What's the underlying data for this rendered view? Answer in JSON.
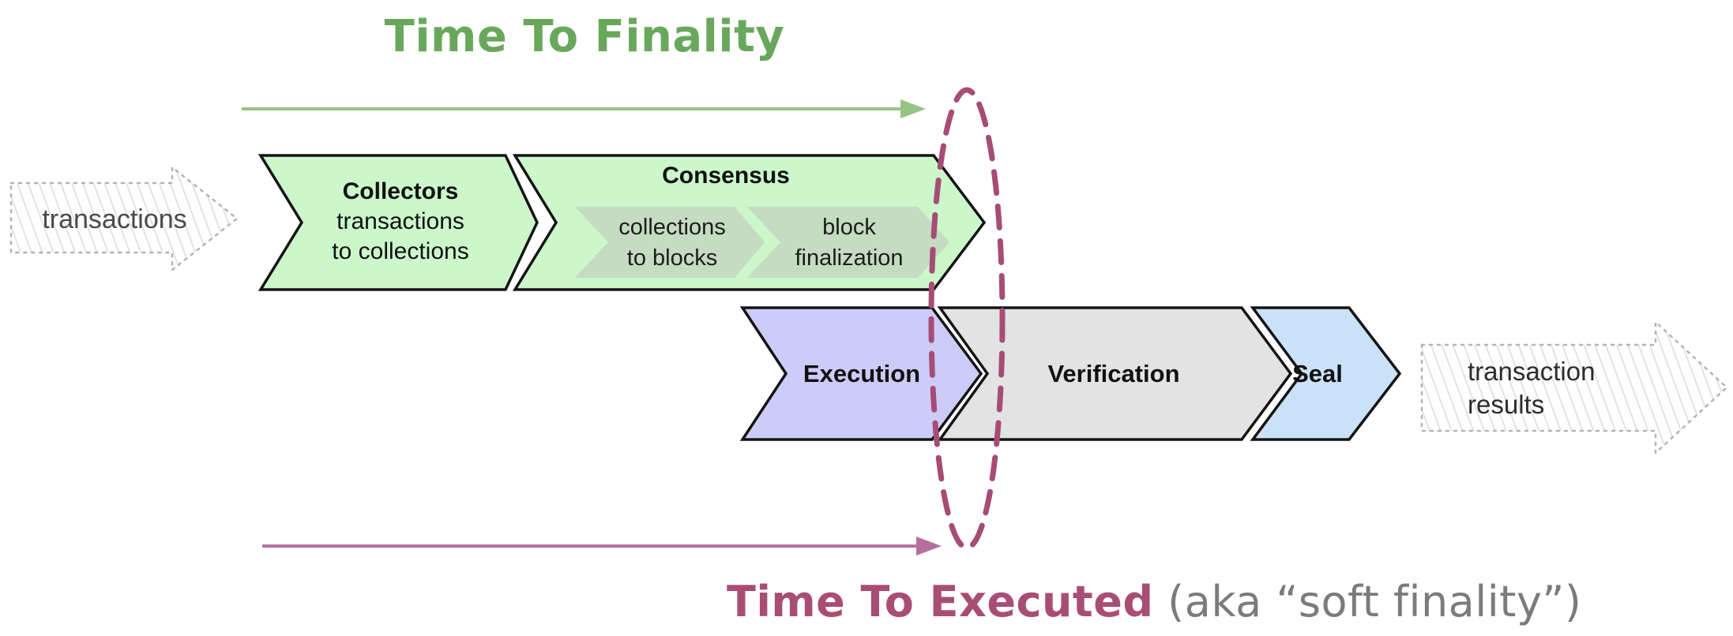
{
  "titles": {
    "finality": "Time To Finality",
    "executed": "Time To Executed",
    "executed_suffix": " (aka “soft finality”)"
  },
  "flow": {
    "input_arrow": {
      "label": "transactions"
    },
    "output_arrow": {
      "line1": "transaction",
      "line2": "results"
    },
    "stages": [
      {
        "name": "Collectors",
        "line1": "transactions",
        "line2": "to collections"
      },
      {
        "name": "Consensus",
        "substages": [
          {
            "line1": "collections",
            "line2": "to blocks"
          },
          {
            "line1": "block",
            "line2": "finalization"
          }
        ]
      },
      {
        "name": "Execution"
      },
      {
        "name": "Verification"
      },
      {
        "name": "Seal"
      }
    ]
  },
  "colors": {
    "finality_green": "#69a85c",
    "arrow_green": "#95c584",
    "stage_green": "#cbf7ca",
    "substage_green": "#c5dbc2",
    "execution_purple": "#cdccf8",
    "verification_gray": "#e3e3e3",
    "seal_blue": "#c9e2f8",
    "executed_maroon": "#a84e75",
    "ellipse_maroon": "#a64c76",
    "arrow_pink": "#b5719e",
    "suffix_gray": "#7b7b7b",
    "sketch_outline_gray": "#b3b3b3",
    "chevron_outline": "#141414"
  }
}
